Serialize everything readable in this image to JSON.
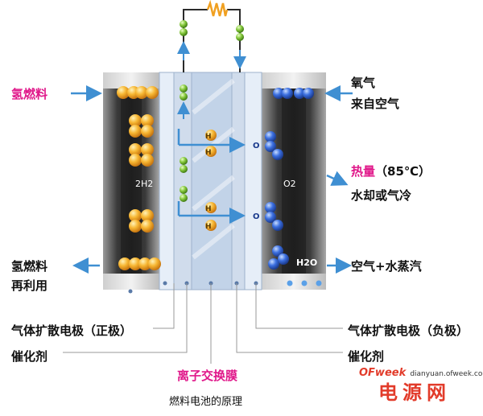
{
  "labels": {
    "hydrogen_fuel": "氢燃料",
    "oxygen": "氧气",
    "from_air": "来自空气",
    "heat": "热量",
    "heat_temp": "（85℃）",
    "water_or_air_cooling": "水却或气冷",
    "hydrogen_recycle_1": "氢燃料",
    "hydrogen_recycle_2": "再利用",
    "air_water_vapor": "空气+水蒸汽",
    "gde_positive": "气体扩散电极（正极）",
    "gde_negative": "气体扩散电极（负极）",
    "catalyst_left": "催化剂",
    "catalyst_right": "催化剂",
    "membrane": "离子交换膜",
    "caption": "燃料电池的原理"
  },
  "chamber_labels": {
    "h2": "2H2",
    "o2": "O2",
    "h2o": "H2O",
    "proton_1": "H",
    "proton_2": "H",
    "proton_3": "H",
    "proton_4": "H",
    "oxygen_1": "O",
    "oxygen_2": "O"
  },
  "brand": {
    "logo": "OFweek",
    "url": "dianyuan.ofweek.com",
    "cn": "电源网"
  },
  "colors": {
    "pink_label": "#e0188a",
    "arrow_blue": "#3f8fd2",
    "hydrogen_orange": "#f5a623",
    "oxygen_blue": "#2f5fd0",
    "electron_green": "#7cc23a",
    "resistor_orange": "#f0a020",
    "brand_red": "#e23b2a"
  }
}
